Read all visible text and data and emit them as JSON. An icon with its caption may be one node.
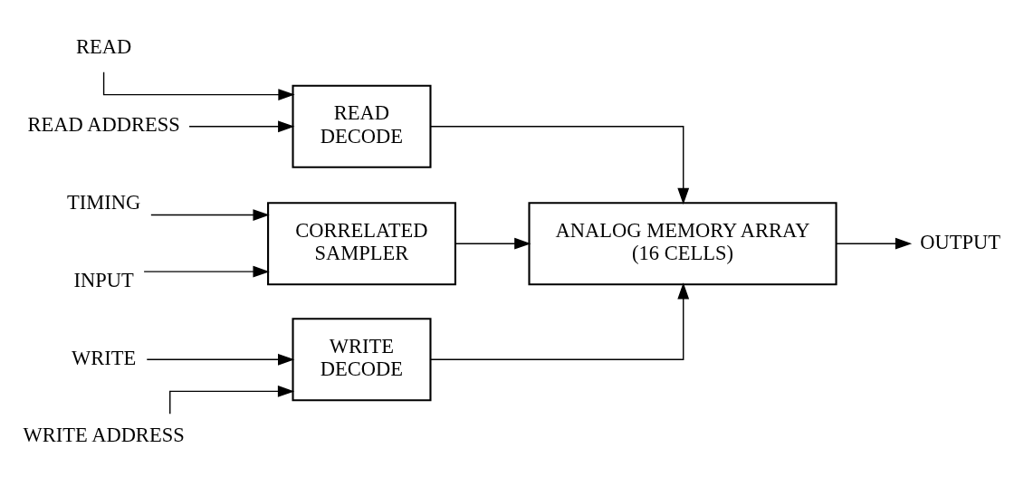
{
  "diagram": {
    "nodes": [
      {
        "text": [
          "READ"
        ]
      },
      {
        "text": [
          "READ ADDRESS"
        ]
      },
      {
        "text": [
          "TIMING"
        ]
      },
      {
        "text": [
          "INPUT"
        ]
      },
      {
        "text": [
          "READ DECODE"
        ]
      },
      {
        "text": [
          "CORRELATED SAMPLER"
        ]
      },
      {
        "text": [
          "ANALOG MEMORY ARRAY (16 CELLS)"
        ]
      },
      {
        "text": [
          "OUTPUT"
        ]
      },
      {
        "text": [
          "WRITE"
        ]
      },
      {
        "text": [
          "WRITE ADDRESS"
        ]
      },
      {
        "text": [
          "WRITE DECODE"
        ]
      }
    ],
    "edges": [
      {
        "from": 0,
        "to": 4,
        "arrow": "to"
      },
      {
        "from": 1,
        "to": 4,
        "arrow": "to"
      },
      {
        "from": 2,
        "to": 5,
        "arrow": "to"
      },
      {
        "from": 3,
        "to": 5,
        "arrow": "to"
      },
      {
        "from": 4,
        "to": 6,
        "arrow": "to"
      },
      {
        "from": 5,
        "to": 6,
        "arrow": "to"
      },
      {
        "from": 6,
        "to": 7,
        "arrow": "to"
      },
      {
        "from": 8,
        "to": 10,
        "arrow": "to"
      },
      {
        "from": 9,
        "to": 10,
        "arrow": "to"
      },
      {
        "from": 10,
        "to": 6,
        "arrow": "to"
      }
    ]
  }
}
